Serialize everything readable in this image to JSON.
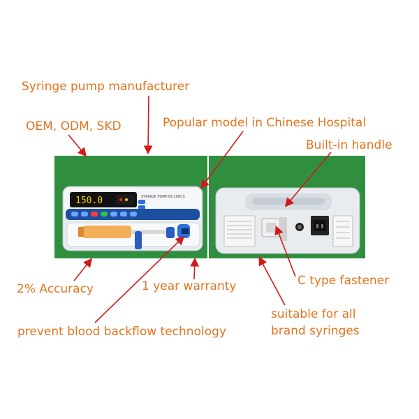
{
  "labels": {
    "manufacturer": "Syringe pump manufacturer",
    "oem": "OEM, ODM, SKD",
    "popular": "Popular model in Chinese Hospital",
    "handle": "Built-in handle",
    "accuracy": "2% Accuracy",
    "warranty": "1 year warranty",
    "fastener": "C type fastener",
    "backflow": "prevent blood backflow technology",
    "suitable_line1": "suitable for all",
    "suitable_line2": "brand syringes"
  },
  "device": {
    "brand_text": "SYRINGE PUMP",
    "model_text": "ZS-100CS",
    "display_value": "150.0"
  },
  "colors": {
    "label": "#e2741f",
    "arrow": "#d11a1a",
    "background_green": "#2f8f3f",
    "device_blue": "#1d4fa0"
  }
}
